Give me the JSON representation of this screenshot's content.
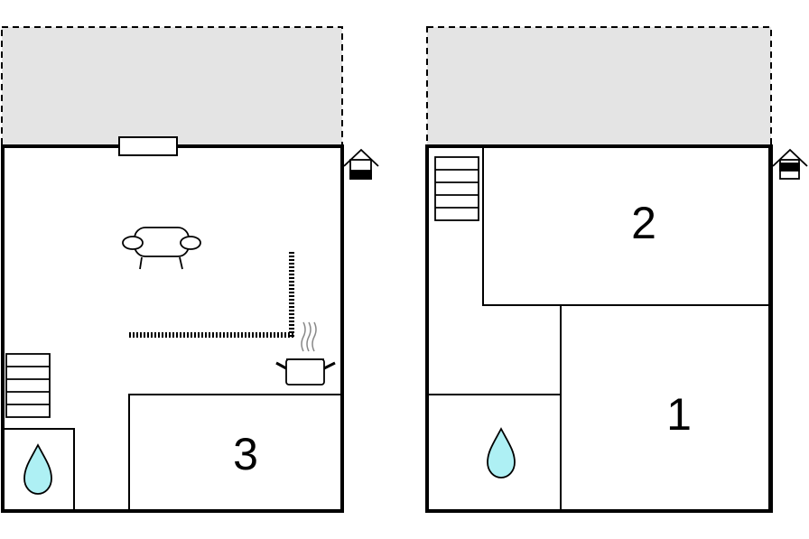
{
  "floors": [
    {
      "id": "ground-floor",
      "rooms": [
        {
          "id": "bedroom",
          "number": "3",
          "type": "bedroom"
        },
        {
          "id": "bathroom",
          "type": "bathroom",
          "icon": "water-drop-icon"
        }
      ],
      "features": [
        "terrace",
        "window",
        "sofa-icon",
        "kitchen-pot-icon",
        "kitchen-counter",
        "staircase-icon",
        "entrance-icon"
      ]
    },
    {
      "id": "upper-floor",
      "rooms": [
        {
          "id": "bedroom-top",
          "number": "2",
          "type": "bedroom"
        },
        {
          "id": "bedroom-right",
          "number": "1",
          "type": "bedroom"
        },
        {
          "id": "bathroom",
          "type": "bathroom",
          "icon": "water-drop-icon"
        }
      ],
      "features": [
        "terrace",
        "staircase-icon",
        "entrance-icon"
      ]
    }
  ],
  "colors": {
    "wall": "#000000",
    "terrace_fill": "#e4e4e4",
    "water": "#aef0f4",
    "background": "#ffffff"
  }
}
